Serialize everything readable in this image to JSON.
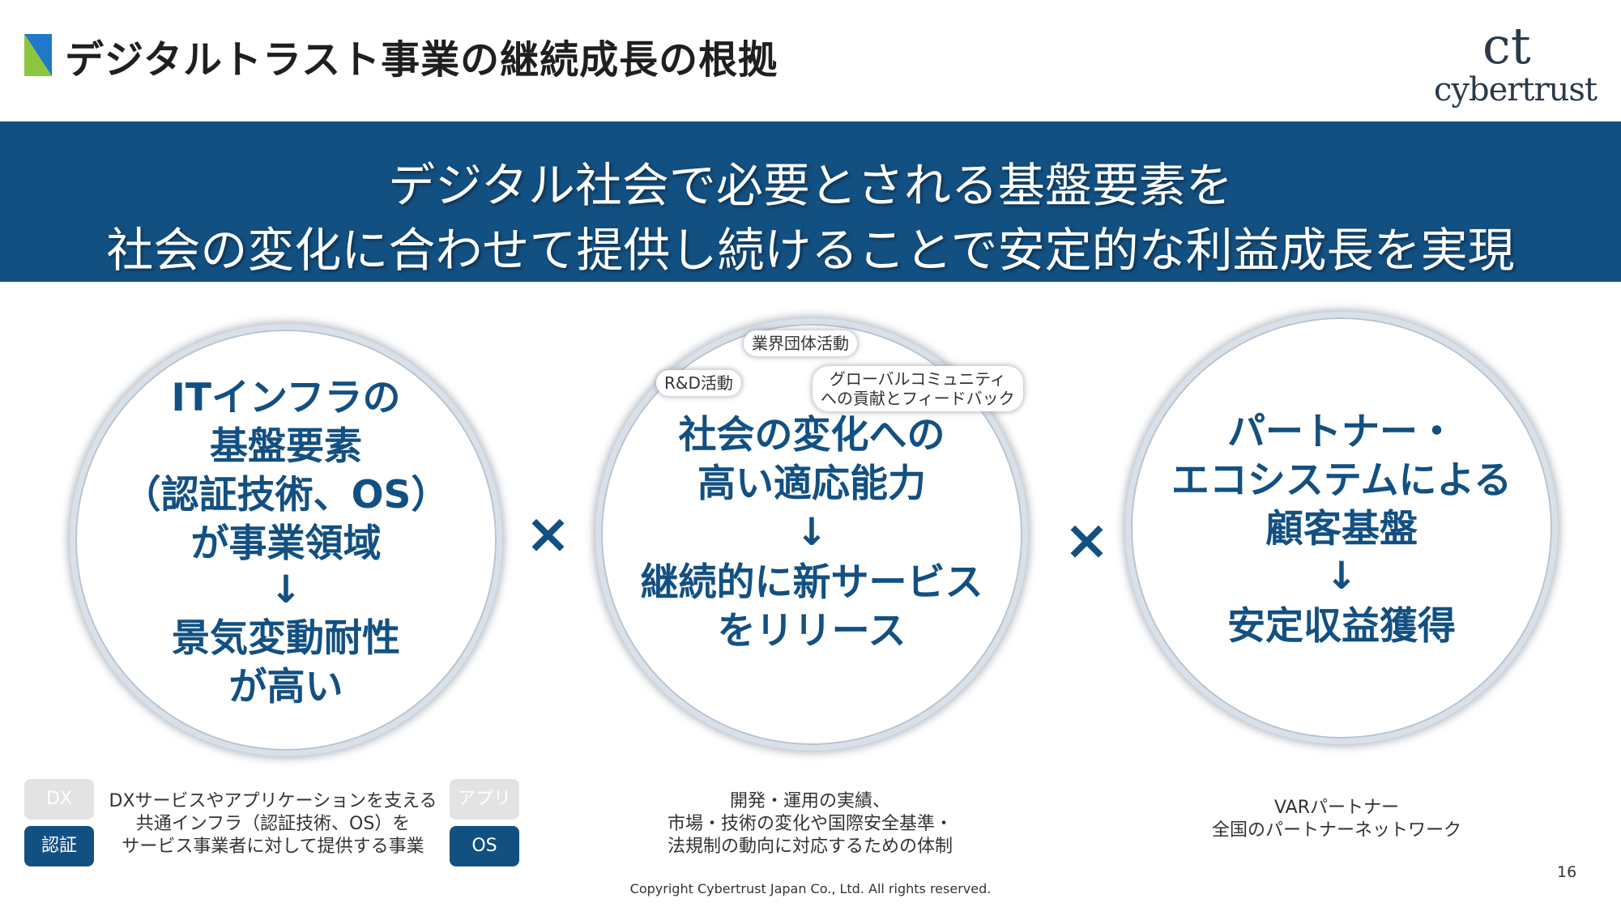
{
  "header": {
    "title": "デジタルトラスト事業の継続成長の根拠",
    "logo_text": "cybertrust",
    "logo_mark": "ct"
  },
  "banner": {
    "line1": "デジタル社会で必要とされる基盤要素を",
    "line2": "社会の変化に合わせて提供し続けることで安定的な利益成長を実現"
  },
  "circles": [
    {
      "lines": [
        "ITインフラの",
        "基盤要素",
        "（認証技術、OS）",
        "が事業領域",
        "↓",
        "景気変動耐性",
        "が高い"
      ]
    },
    {
      "lines": [
        "社会の変化への",
        "高い適応能力",
        "↓",
        "継続的に新サービス",
        "をリリース"
      ]
    },
    {
      "lines": [
        "パートナー・",
        "エコシステムによる",
        "顧客基盤",
        "↓",
        "安定収益獲得"
      ]
    }
  ],
  "operator": "×",
  "bubbles": {
    "industry": "業界団体活動",
    "rnd": "R&D活動",
    "global_line1": "グローバルコミュニティ",
    "global_line2": "への貢献とフィードバック"
  },
  "bottom": {
    "tags": {
      "dx": "DX",
      "auth": "認証",
      "app": "アプリ",
      "os": "OS"
    },
    "note1": [
      "DXサービスやアプリケーションを支える",
      "共通インフラ（認証技術、OS）を",
      "サービス事業者に対して提供する事業"
    ],
    "note2": [
      "開発・運用の実績、",
      "市場・技術の変化や国際安全基準・",
      "法規制の動向に対応するための体制"
    ],
    "note3": [
      "VARパートナー",
      "全国のパートナーネットワーク"
    ]
  },
  "footer": {
    "copyright": "Copyright Cybertrust Japan Co., Ltd. All rights reserved.",
    "page_number": "16"
  },
  "colors": {
    "primary": "#135082",
    "banner": "#135082",
    "accent_green": "#8cc63e",
    "accent_blue": "#1f78c8"
  }
}
